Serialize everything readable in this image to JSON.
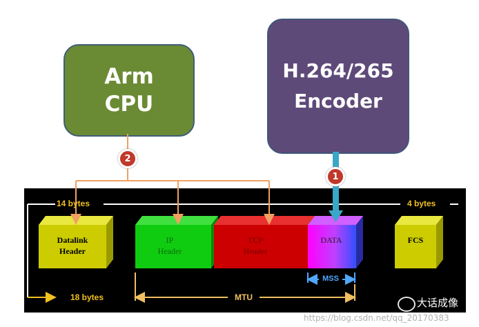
{
  "boxes": {
    "arm": {
      "line1": "Arm",
      "line2": "CPU"
    },
    "encoder": {
      "line1": "H.264/265",
      "line2": "Encoder"
    }
  },
  "badges": {
    "one": "1",
    "two": "2"
  },
  "frame": {
    "left_bytes": "14 bytes",
    "right_bytes": "4 bytes",
    "total_bytes": "18 bytes",
    "mtu": "MTU",
    "mss": "MSS",
    "blocks": {
      "datalink": {
        "line1": "Datalink",
        "line2": "Header"
      },
      "ip": {
        "line1": "IP",
        "line2": "Header"
      },
      "tcp": {
        "line1": "TCP",
        "line2": "Header"
      },
      "data": {
        "line1": "DATA"
      },
      "fcs": {
        "line1": "FCS"
      }
    }
  },
  "watermark": {
    "brand": "大话成像",
    "url": "https://blog.csdn.net/qq_20170383"
  },
  "colors": {
    "arm_fill": "#6b8a34",
    "encoder_fill": "#5e4a79",
    "badge": "#c0392b",
    "orange_line": "#f0a060",
    "cyan_arrow": "#3aa6c8",
    "frame_bg": "#000000",
    "datalink": "#cccc00",
    "fcs": "#cccc00",
    "ip": "#10cc10",
    "tcp": "#cc0000"
  }
}
